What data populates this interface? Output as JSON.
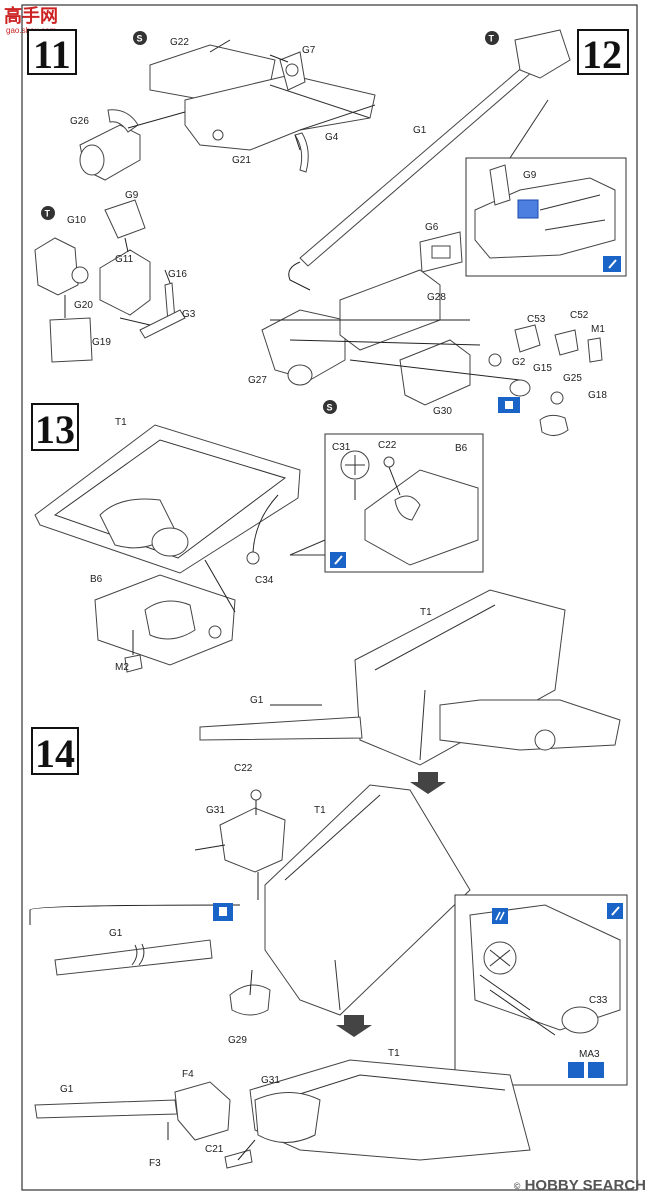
{
  "watermark": {
    "site": "高手网",
    "url": "gao.shou.com",
    "brand_symbol": "©",
    "brand": "HOBBY SEARCH"
  },
  "steps": [
    "11",
    "12",
    "13",
    "14"
  ],
  "markers": {
    "s": "S",
    "t": "T"
  },
  "parts": {
    "g22": "G22",
    "g7": "G7",
    "g26": "G26",
    "g21": "G21",
    "g4": "G4",
    "g9a": "G9",
    "g10": "G10",
    "g11": "G11",
    "g16": "G16",
    "g20": "G20",
    "g3": "G3",
    "g19": "G19",
    "g1a": "G1",
    "g9b": "G9",
    "g6": "G6",
    "g28": "G28",
    "c53": "C53",
    "c52": "C52",
    "m1": "M1",
    "g2": "G2",
    "g15": "G15",
    "g25": "G25",
    "g18": "G18",
    "g27": "G27",
    "g30": "G30",
    "t1a": "T1",
    "c31": "C31",
    "c22a": "C22",
    "b6a": "B6",
    "c34": "C34",
    "b6b": "B6",
    "m2": "M2",
    "t1b": "T1",
    "g1b": "G1",
    "c22b": "C22",
    "g31a": "G31",
    "t1c": "T1",
    "g1c": "G1",
    "g29": "G29",
    "c33": "C33",
    "ma3": "MA3",
    "t1d": "T1",
    "f4": "F4",
    "g31b": "G31",
    "g1d": "G1",
    "c21": "C21",
    "f3": "F3"
  }
}
